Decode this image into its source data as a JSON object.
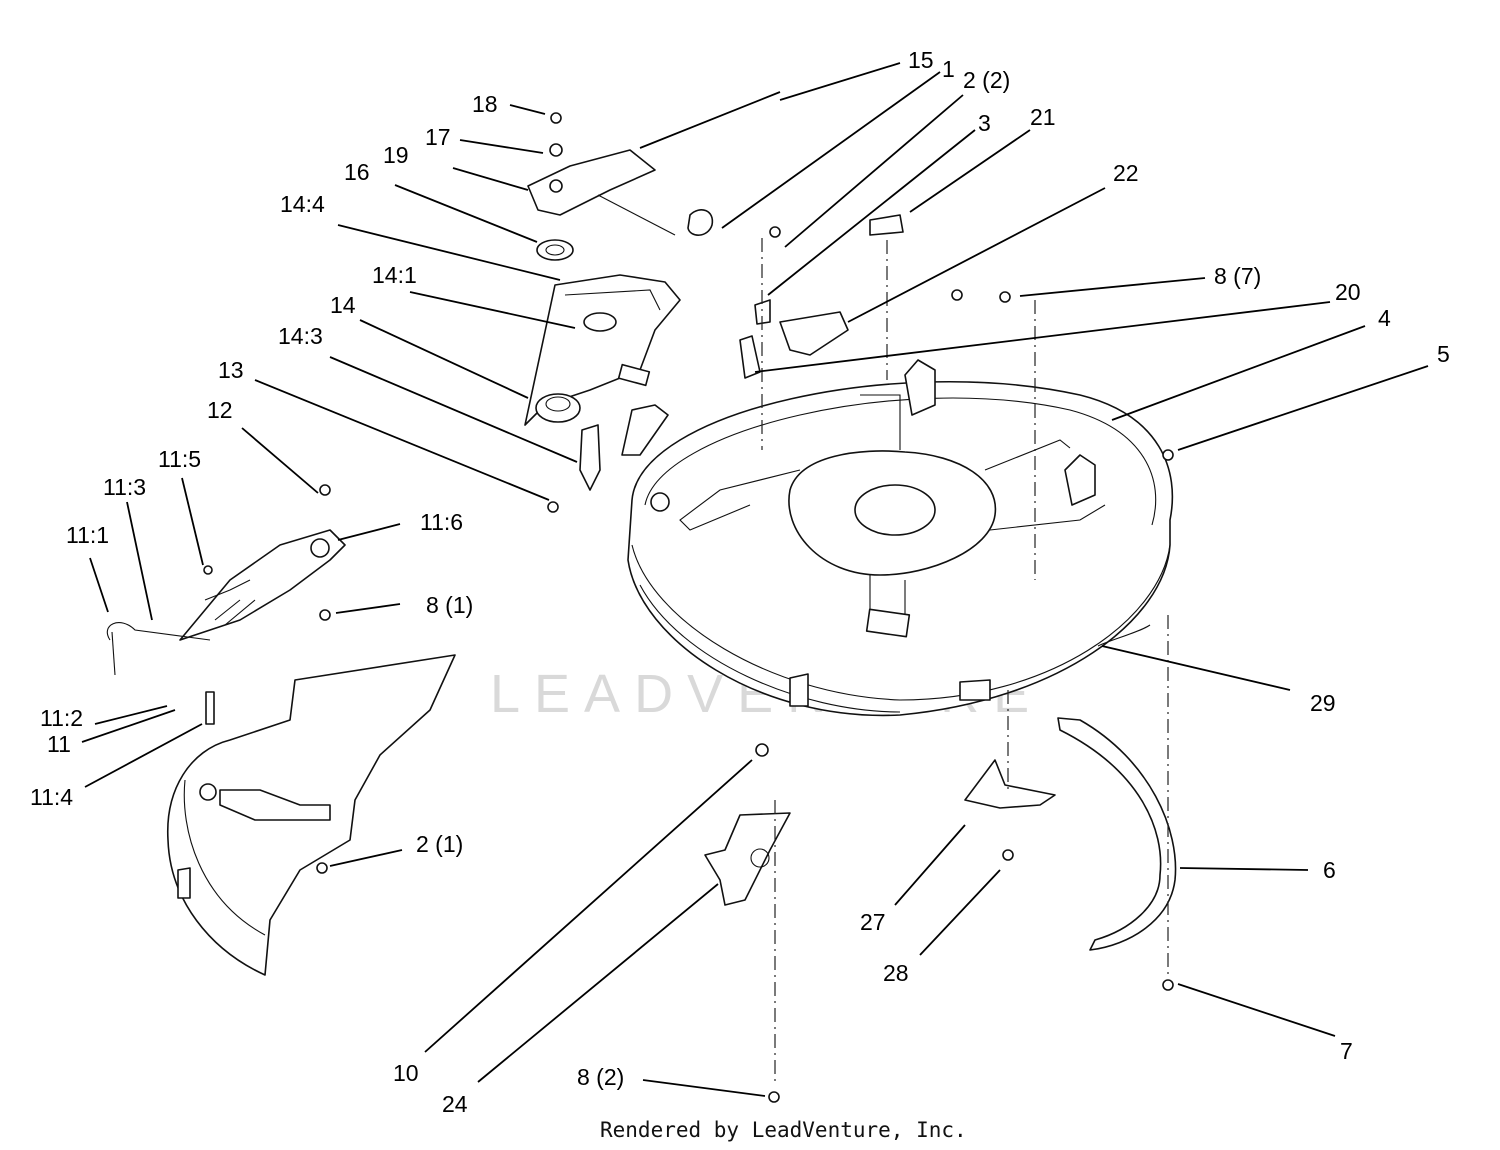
{
  "callouts": [
    {
      "id": "15",
      "text": "15"
    },
    {
      "id": "1",
      "text": "1"
    },
    {
      "id": "2-2",
      "text": "2 (2)"
    },
    {
      "id": "3",
      "text": "3"
    },
    {
      "id": "21",
      "text": "21"
    },
    {
      "id": "22",
      "text": "22"
    },
    {
      "id": "8-7",
      "text": "8 (7)"
    },
    {
      "id": "20",
      "text": "20"
    },
    {
      "id": "4",
      "text": "4"
    },
    {
      "id": "5",
      "text": "5"
    },
    {
      "id": "18",
      "text": "18"
    },
    {
      "id": "17",
      "text": "17"
    },
    {
      "id": "19",
      "text": "19"
    },
    {
      "id": "16",
      "text": "16"
    },
    {
      "id": "14-4",
      "text": "14:4"
    },
    {
      "id": "14-1",
      "text": "14:1"
    },
    {
      "id": "14",
      "text": "14"
    },
    {
      "id": "14-3",
      "text": "14:3"
    },
    {
      "id": "13",
      "text": "13"
    },
    {
      "id": "12",
      "text": "12"
    },
    {
      "id": "11-5",
      "text": "11:5"
    },
    {
      "id": "11-3",
      "text": "11:3"
    },
    {
      "id": "11-1",
      "text": "11:1"
    },
    {
      "id": "11-6",
      "text": "11:6"
    },
    {
      "id": "8-1",
      "text": "8 (1)"
    },
    {
      "id": "11-2",
      "text": "11:2"
    },
    {
      "id": "11",
      "text": "11"
    },
    {
      "id": "11-4",
      "text": "11:4"
    },
    {
      "id": "2-1",
      "text": "2 (1)"
    },
    {
      "id": "29",
      "text": "29"
    },
    {
      "id": "6",
      "text": "6"
    },
    {
      "id": "27",
      "text": "27"
    },
    {
      "id": "28",
      "text": "28"
    },
    {
      "id": "7",
      "text": "7"
    },
    {
      "id": "10",
      "text": "10"
    },
    {
      "id": "24",
      "text": "24"
    },
    {
      "id": "8-2",
      "text": "8 (2)"
    }
  ],
  "watermark": "LEADVENTURE",
  "footer": "Rendered by LeadVenture, Inc."
}
